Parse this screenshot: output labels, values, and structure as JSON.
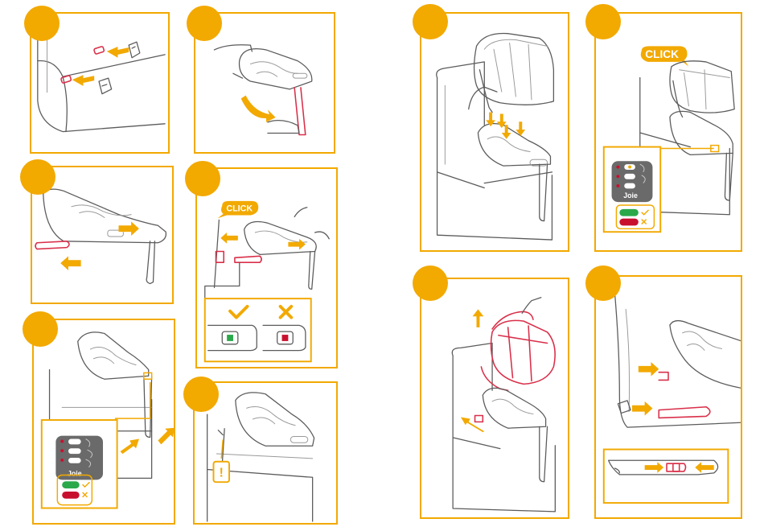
{
  "callouts": {
    "click_label_1": "CLICK",
    "click_label_2": "CLICK",
    "brand_label_1": "Joie",
    "brand_label_2": "Joie",
    "warning_mark": "!"
  },
  "status": {
    "ok_symbol": "✓",
    "error_symbol": "✕",
    "ok_color": "#2aa84a",
    "error_color": "#c8102e"
  },
  "colors": {
    "accent": "#f2a900",
    "highlight": "#d9304a",
    "line": "#5b5b5b"
  },
  "icons": [
    "isofix-guide-icon",
    "arrow-icon",
    "check-icon",
    "cross-icon",
    "indicator-panel-icon",
    "warning-icon"
  ]
}
